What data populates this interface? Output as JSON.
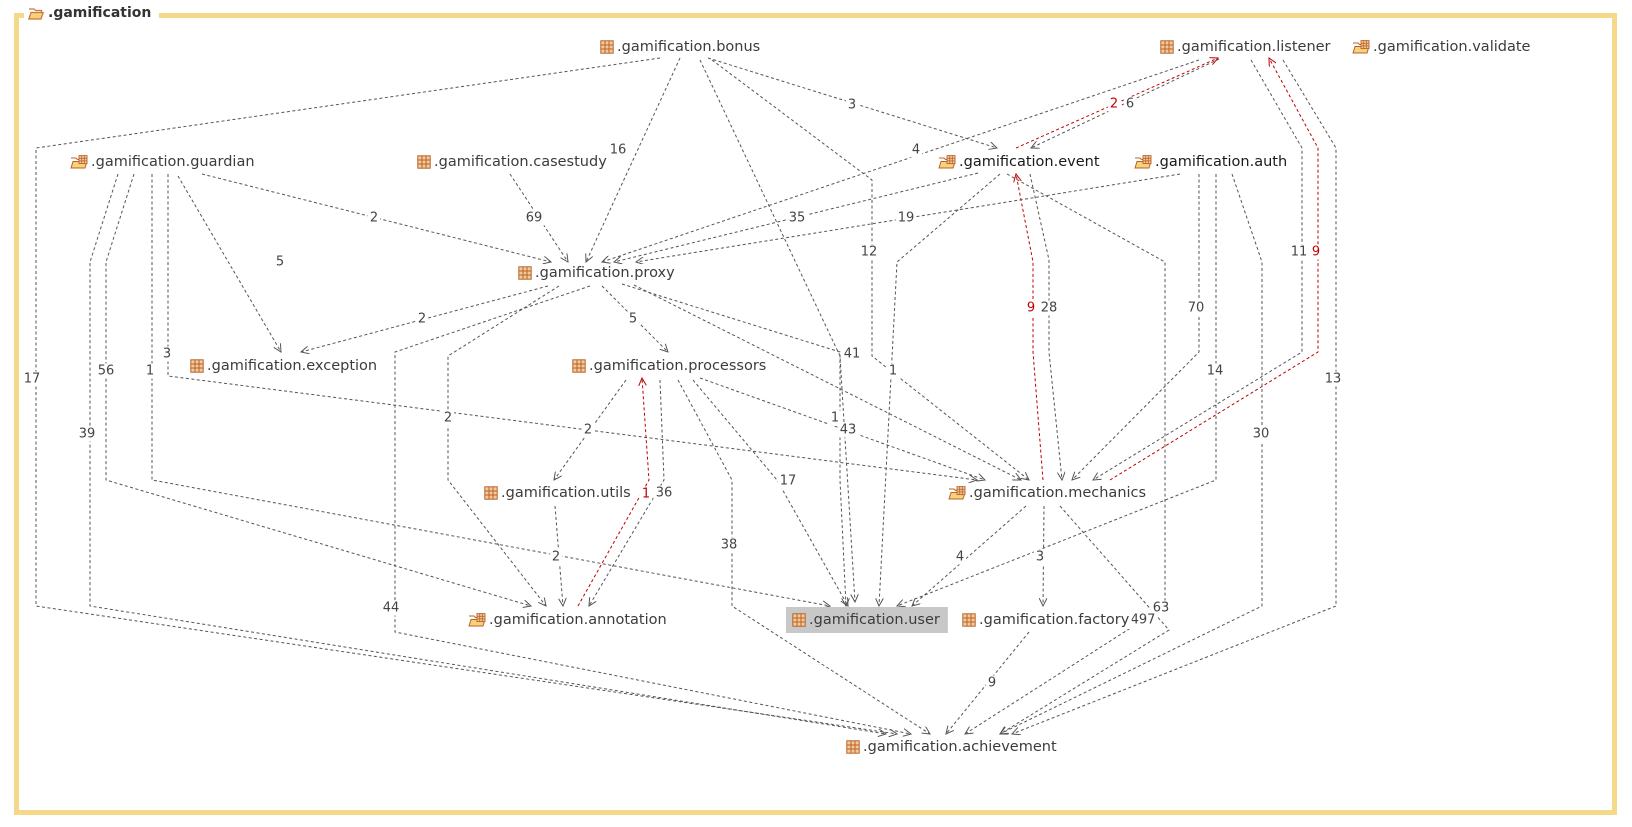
{
  "container": {
    "title": ".gamification",
    "icon": "folder-open-icon"
  },
  "colors": {
    "frame": "#f5d98a",
    "edge": "#555555",
    "cycle_edge": "#c00000",
    "selected_bg": "#c8c8c8",
    "package_icon": "#c8763a"
  },
  "nodes": [
    {
      "id": "bonus",
      "label": ".gamification.bonus",
      "icon": "package-icon"
    },
    {
      "id": "listener",
      "label": ".gamification.listener",
      "icon": "package-icon"
    },
    {
      "id": "validate",
      "label": ".gamification.validate",
      "icon": "package-folder-icon"
    },
    {
      "id": "guardian",
      "label": ".gamification.guardian",
      "icon": "package-folder-icon"
    },
    {
      "id": "casestudy",
      "label": ".gamification.casestudy",
      "icon": "package-icon"
    },
    {
      "id": "event",
      "label": ".gamification.event",
      "icon": "package-folder-icon"
    },
    {
      "id": "auth",
      "label": ".gamification.auth",
      "icon": "package-folder-icon"
    },
    {
      "id": "proxy",
      "label": ".gamification.proxy",
      "icon": "package-icon"
    },
    {
      "id": "exception",
      "label": ".gamification.exception",
      "icon": "package-icon"
    },
    {
      "id": "processors",
      "label": ".gamification.processors",
      "icon": "package-icon"
    },
    {
      "id": "utils",
      "label": ".gamification.utils",
      "icon": "package-icon"
    },
    {
      "id": "mechanics",
      "label": ".gamification.mechanics",
      "icon": "package-folder-icon"
    },
    {
      "id": "annotation",
      "label": ".gamification.annotation",
      "icon": "package-folder-icon"
    },
    {
      "id": "user",
      "label": ".gamification.user",
      "icon": "package-icon",
      "selected": true
    },
    {
      "id": "factory",
      "label": ".gamification.factory",
      "icon": "package-icon"
    },
    {
      "id": "achievement",
      "label": ".gamification.achievement",
      "icon": "package-icon"
    }
  ],
  "edges": [
    {
      "from": "bonus",
      "to": "event",
      "label": "3"
    },
    {
      "from": "bonus",
      "to": "proxy",
      "label": "16"
    },
    {
      "from": "bonus",
      "to": "mechanics",
      "label": "12"
    },
    {
      "from": "bonus",
      "to": "user",
      "label": "1"
    },
    {
      "from": "bonus",
      "to": "achievement",
      "label": "17"
    },
    {
      "from": "listener",
      "to": "event",
      "label": "6"
    },
    {
      "from": "event",
      "to": "listener",
      "label": "2",
      "cycle": true
    },
    {
      "from": "listener",
      "to": "proxy",
      "label": "4"
    },
    {
      "from": "listener",
      "to": "mechanics",
      "label": "11"
    },
    {
      "from": "mechanics",
      "to": "listener",
      "label": "9",
      "cycle": true
    },
    {
      "from": "listener",
      "to": "achievement",
      "label": "13"
    },
    {
      "from": "guardian",
      "to": "proxy",
      "label": "2"
    },
    {
      "from": "guardian",
      "to": "exception",
      "label": "5"
    },
    {
      "from": "guardian",
      "to": "mechanics",
      "label": "3"
    },
    {
      "from": "guardian",
      "to": "user",
      "label": "1"
    },
    {
      "from": "guardian",
      "to": "annotation",
      "label": "56"
    },
    {
      "from": "guardian",
      "to": "achievement",
      "label": "39"
    },
    {
      "from": "casestudy",
      "to": "proxy",
      "label": "69"
    },
    {
      "from": "event",
      "to": "proxy",
      "label": "35"
    },
    {
      "from": "event",
      "to": "mechanics",
      "label": "28"
    },
    {
      "from": "mechanics",
      "to": "event",
      "label": "9",
      "cycle": true
    },
    {
      "from": "event",
      "to": "user",
      "label": "1"
    },
    {
      "from": "event",
      "to": "achievement",
      "label": "63"
    },
    {
      "from": "auth",
      "to": "proxy",
      "label": "19"
    },
    {
      "from": "auth",
      "to": "mechanics",
      "label": "70"
    },
    {
      "from": "auth",
      "to": "user",
      "label": "14"
    },
    {
      "from": "auth",
      "to": "achievement",
      "label": "30"
    },
    {
      "from": "proxy",
      "to": "exception",
      "label": "2"
    },
    {
      "from": "proxy",
      "to": "processors",
      "label": "5"
    },
    {
      "from": "proxy",
      "to": "mechanics",
      "label": "41"
    },
    {
      "from": "proxy",
      "to": "annotation",
      "label": "2"
    },
    {
      "from": "proxy",
      "to": "user",
      "label": "1"
    },
    {
      "from": "proxy",
      "to": "achievement",
      "label": "44"
    },
    {
      "from": "processors",
      "to": "utils",
      "label": "2"
    },
    {
      "from": "processors",
      "to": "annotation",
      "label": "36"
    },
    {
      "from": "annotation",
      "to": "processors",
      "label": "1",
      "cycle": true
    },
    {
      "from": "processors",
      "to": "mechanics",
      "label": "43"
    },
    {
      "from": "processors",
      "to": "user",
      "label": "17"
    },
    {
      "from": "processors",
      "to": "achievement",
      "label": "38"
    },
    {
      "from": "utils",
      "to": "annotation",
      "label": "2"
    },
    {
      "from": "mechanics",
      "to": "user",
      "label": "4"
    },
    {
      "from": "mechanics",
      "to": "factory",
      "label": "3"
    },
    {
      "from": "mechanics",
      "to": "achievement",
      "label": "497"
    },
    {
      "from": "factory",
      "to": "achievement",
      "label": "9"
    }
  ]
}
